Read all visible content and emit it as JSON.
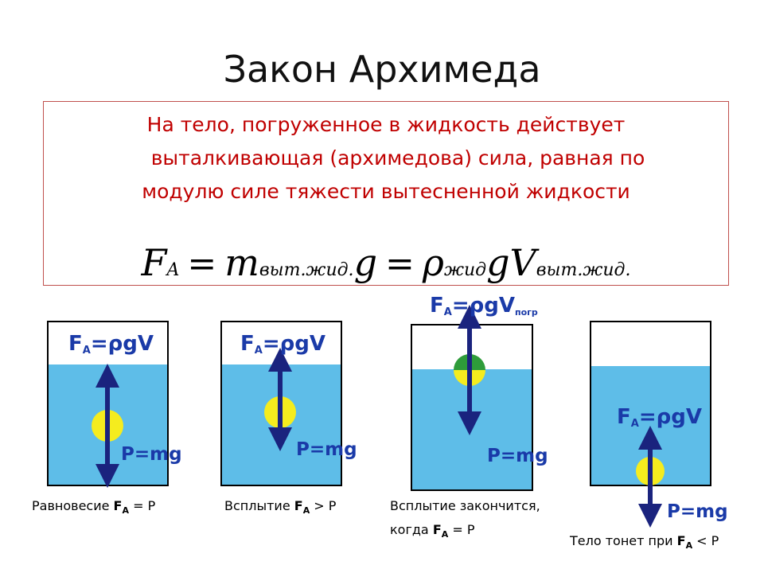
{
  "title": "Закон Архимеда",
  "definition": {
    "line1": "На тело, погруженное в жидкость действует",
    "line2": "выталкивающая (архимедова) сила, равная по",
    "line3": "модулю силе тяжести вытесненной жидкости"
  },
  "formula": {
    "F": "F",
    "A": "A",
    "eq": "=",
    "m": "m",
    "sub_vyt": "выт.жид.",
    "g": "g",
    "rho": "ρ",
    "sub_zhid": "жид",
    "V": "V",
    "sub_vyt2": "выт.жид."
  },
  "labels": {
    "fa_main": "A",
    "fa_prefix": "F",
    "fa_eq": "=ρgV",
    "fa_pogr": "погр",
    "p_mg": "P=mg"
  },
  "captions": {
    "c1_text": "Равновесие ",
    "c1_F": "F",
    "c1_sub": "A",
    "c1_rest": " = P",
    "c2_text": "Всплытие ",
    "c2_F": "F",
    "c2_sub": "A",
    "c2_rest": " > P",
    "c3_line1": "Всплытие закончится,",
    "c3_text": "когда ",
    "c3_F": "F",
    "c3_sub": "A",
    "c3_rest": " = P",
    "c4_text": "Тело тонет при ",
    "c4_F": "F",
    "c4_sub": "A",
    "c4_rest": " < P"
  },
  "colors": {
    "water": "#5ebde8",
    "ball": "#f5ec1e",
    "arrow": "#1a237e",
    "text_blue": "#1a3aa8",
    "text_red": "#c00000",
    "border_red": "#c0504d"
  }
}
